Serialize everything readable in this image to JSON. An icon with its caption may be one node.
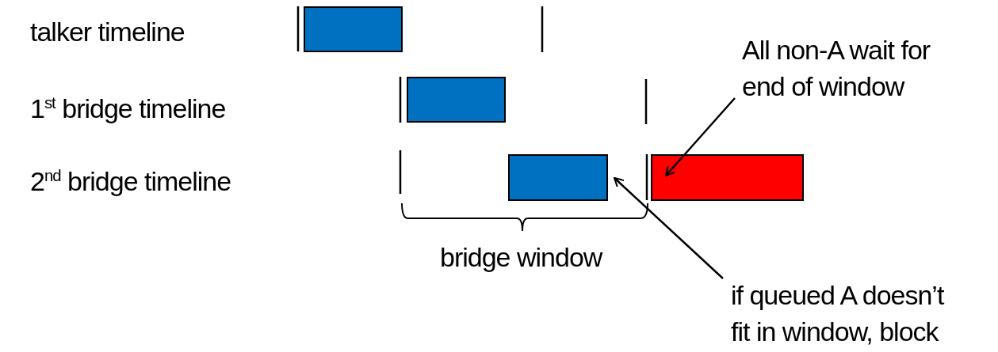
{
  "diagram": {
    "nodes": [
      {
        "text": [],
        "shape": "bar"
      },
      {
        "text": [],
        "shape": "bar"
      },
      {
        "text": [
          "All non-A wait for end of window"
        ]
      },
      {
        "text": [],
        "shape": "bar"
      },
      {
        "text": [],
        "shape": "bar"
      },
      {
        "text": [
          "if queued A doesn’t fit in window, block"
        ]
      }
    ],
    "edges": [
      {
        "from": 2,
        "to": 4,
        "arrow": "to"
      },
      {
        "from": 5,
        "to": 3,
        "arrow": "to"
      }
    ],
    "labels": [
      "talker timeline",
      "1$^{st}$ bridge timeline",
      "2$^{nd}$ bridge timeline",
      "bridge window"
    ]
  }
}
